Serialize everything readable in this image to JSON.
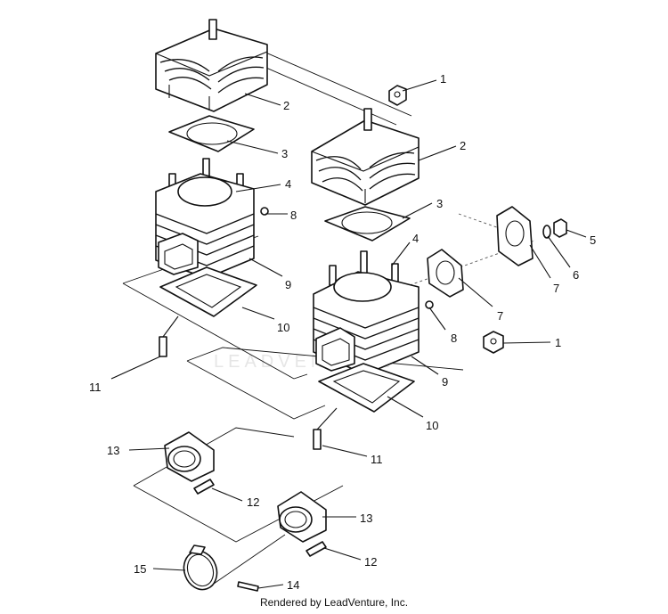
{
  "diagram": {
    "watermark": "LEADVENTURE",
    "credit": "Rendered by LeadVenture, Inc.",
    "callouts": [
      {
        "id": "c1a",
        "text": "1"
      },
      {
        "id": "c2a",
        "text": "2"
      },
      {
        "id": "c3a",
        "text": "3"
      },
      {
        "id": "c2b",
        "text": "2"
      },
      {
        "id": "c4a",
        "text": "4"
      },
      {
        "id": "c8a",
        "text": "8"
      },
      {
        "id": "c3b",
        "text": "3"
      },
      {
        "id": "c5",
        "text": "5"
      },
      {
        "id": "c6",
        "text": "6"
      },
      {
        "id": "c7a",
        "text": "7"
      },
      {
        "id": "c4b",
        "text": "4"
      },
      {
        "id": "c9a",
        "text": "9"
      },
      {
        "id": "c7b",
        "text": "7"
      },
      {
        "id": "c10a",
        "text": "10"
      },
      {
        "id": "c8b",
        "text": "8"
      },
      {
        "id": "c1b",
        "text": "1"
      },
      {
        "id": "c11a",
        "text": "11"
      },
      {
        "id": "c9b",
        "text": "9"
      },
      {
        "id": "c10b",
        "text": "10"
      },
      {
        "id": "c13a",
        "text": "13"
      },
      {
        "id": "c11b",
        "text": "11"
      },
      {
        "id": "c12a",
        "text": "12"
      },
      {
        "id": "c13b",
        "text": "13"
      },
      {
        "id": "c12b",
        "text": "12"
      },
      {
        "id": "c15",
        "text": "15"
      },
      {
        "id": "c14",
        "text": "14"
      }
    ]
  }
}
